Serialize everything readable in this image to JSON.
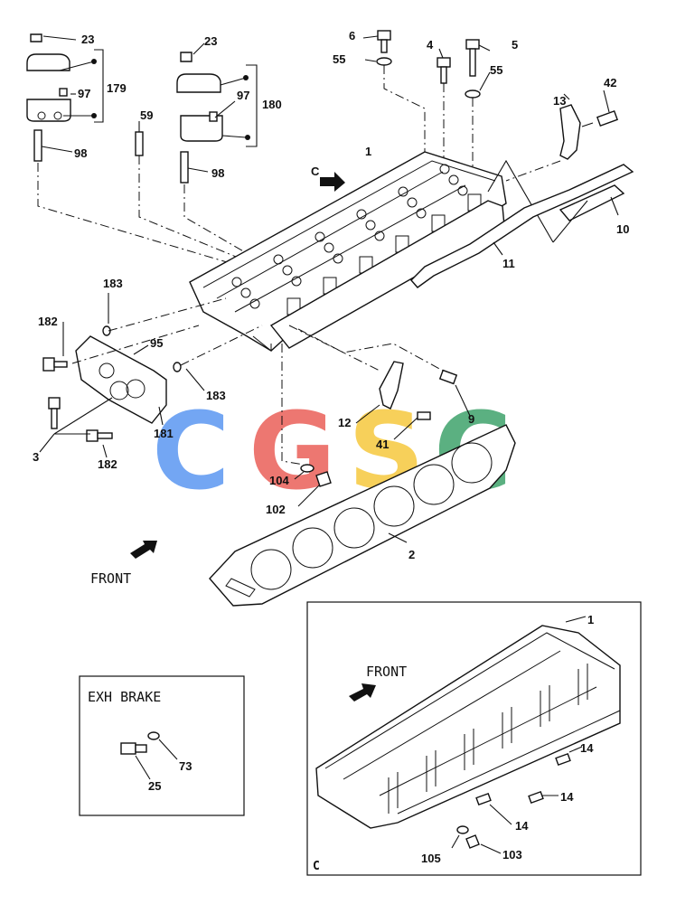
{
  "labels": {
    "l23a": "23",
    "l179": "179",
    "l97a": "97",
    "l98a": "98",
    "l23b": "23",
    "l180": "180",
    "l97b": "97",
    "l98b": "98",
    "l59": "59",
    "l6": "6",
    "l55a": "55",
    "l4": "4",
    "l5": "5",
    "l55b": "55",
    "l42": "42",
    "l13": "13",
    "l1": "1",
    "lC": "C",
    "l10": "10",
    "l11": "11",
    "l183a": "183",
    "l182a": "182",
    "l95": "95",
    "l183b": "183",
    "l3": "3",
    "l181": "181",
    "l182b": "182",
    "l12": "12",
    "l41": "41",
    "l9": "9",
    "l104": "104",
    "l102": "102",
    "l2": "2",
    "l1c": "1",
    "l14a": "14",
    "l14b": "14",
    "l14c": "14",
    "l105": "105",
    "l103": "103",
    "l73": "73",
    "l25": "25"
  },
  "front_main": "FRONT",
  "front_inset": "FRONT",
  "inset_c_label": "C",
  "exh_brake_title": "EXH BRAKE",
  "watermark": {
    "letters": [
      "C",
      "G",
      "S",
      "C"
    ],
    "colors": [
      "#4d8ef0",
      "#e8524a",
      "#f5c32c",
      "#2e9a5e"
    ]
  }
}
